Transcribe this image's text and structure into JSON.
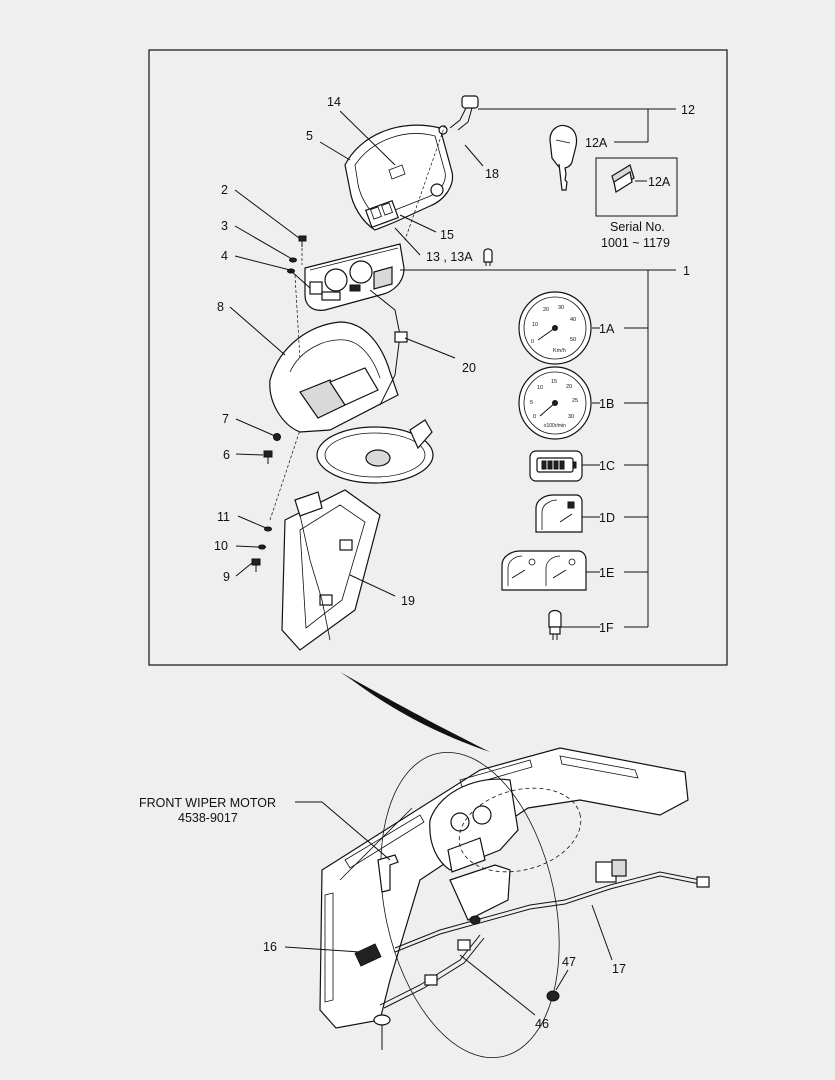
{
  "callouts": {
    "c1": "1",
    "c1A": "1A",
    "c1B": "1B",
    "c1C": "1C",
    "c1D": "1D",
    "c1E": "1E",
    "c1F": "1F",
    "c2": "2",
    "c3": "3",
    "c4": "4",
    "c5": "5",
    "c6": "6",
    "c7": "7",
    "c8": "8",
    "c9": "9",
    "c10": "10",
    "c11": "11",
    "c12": "12",
    "c12A_key": "12A",
    "c12A_box": "12A",
    "c13": "13 , 13A",
    "c14": "14",
    "c15": "15",
    "c16": "16",
    "c17": "17",
    "c18": "18",
    "c19": "19",
    "c20": "20",
    "c46": "46",
    "c47": "47"
  },
  "serial_box": {
    "line1": "Serial No.",
    "line2": "1001 ~ 1179"
  },
  "gauge_1A": {
    "ticks": [
      "0",
      "10",
      "20",
      "30",
      "40",
      "50"
    ],
    "unit": "Km/h"
  },
  "gauge_1B": {
    "ticks": [
      "0",
      "5",
      "10",
      "15",
      "20",
      "25",
      "30"
    ],
    "unit": "x100r/min"
  },
  "wiper_motor": {
    "name": "FRONT WIPER MOTOR",
    "part_no": "4538-9017"
  },
  "colors": {
    "background": "#efefef",
    "line": "#111111"
  }
}
